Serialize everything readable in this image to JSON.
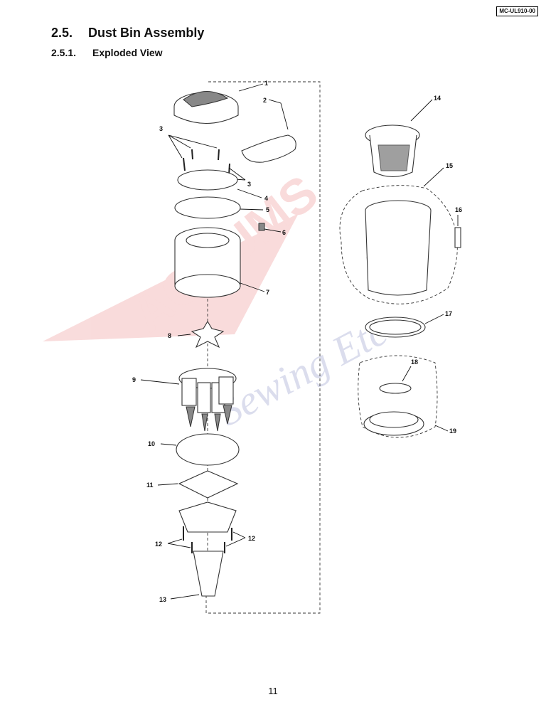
{
  "header": {
    "model_code": "MC-UL910-00"
  },
  "section": {
    "number": "2.5.",
    "title": "Dust Bin Assembly"
  },
  "subsection": {
    "number": "2.5.1.",
    "title": "Exploded View"
  },
  "callouts": [
    "1",
    "2",
    "3",
    "3",
    "4",
    "5",
    "6",
    "7",
    "8",
    "9",
    "10",
    "11",
    "12",
    "12",
    "13",
    "14",
    "15",
    "16",
    "17",
    "18",
    "19"
  ],
  "watermark": {
    "text": "VACUUMS AND Sewing Etc",
    "color": "#e03b3b"
  },
  "footer": {
    "page_number": "11"
  }
}
